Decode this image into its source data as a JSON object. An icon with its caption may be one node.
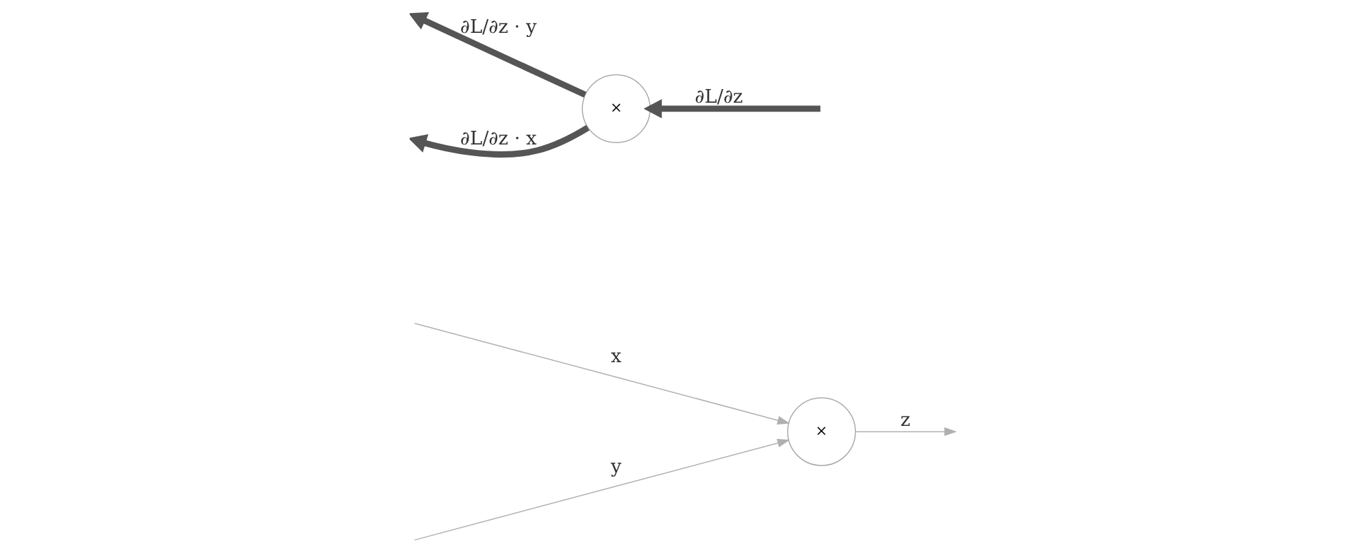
{
  "diagram": {
    "nodes": [
      {
        "text": [
          "×"
        ]
      },
      {
        "text": [
          "×"
        ]
      }
    ],
    "edges": [
      {
        "from": null,
        "to": 0,
        "arrow": "to",
        "label": "x"
      },
      {
        "from": null,
        "to": 0,
        "arrow": "to",
        "label": "y"
      },
      {
        "from": 0,
        "to": null,
        "arrow": "to",
        "label": "z"
      },
      {
        "from": 1,
        "to": null,
        "arrow": "to",
        "label": "∂L/∂z · y",
        "style": "thick",
        "color": "#555555"
      },
      {
        "from": 1,
        "to": null,
        "arrow": "to",
        "label": "∂L/∂z · x",
        "style": "thick",
        "color": "#555555"
      },
      {
        "from": null,
        "to": 1,
        "arrow": "to",
        "label": "∂L/∂z",
        "style": "thick",
        "color": "#555555"
      }
    ]
  }
}
